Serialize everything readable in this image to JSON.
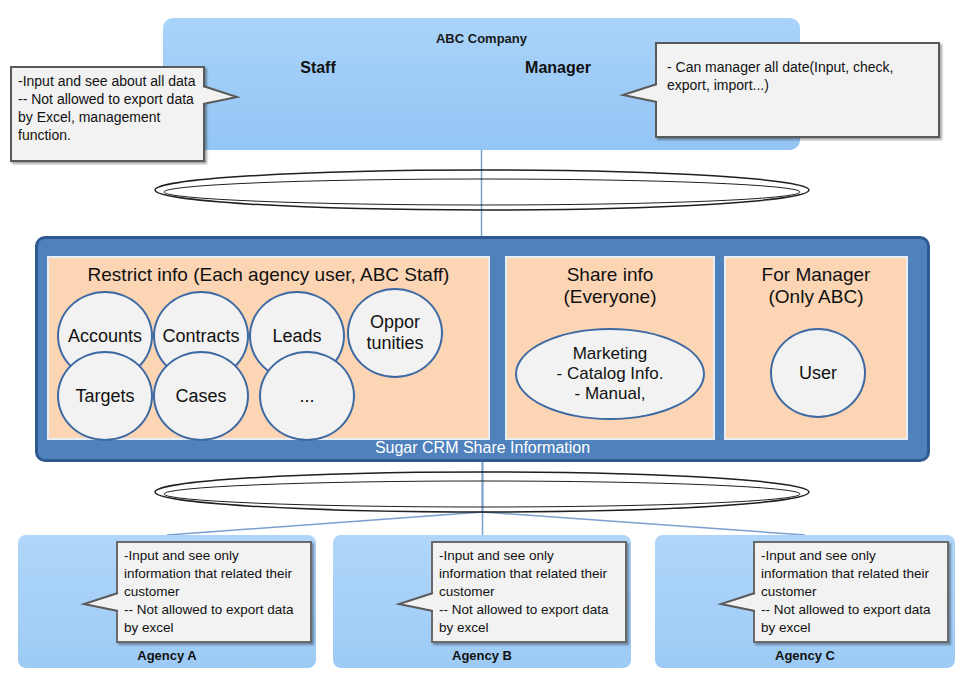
{
  "diagram": {
    "nodes": [
      {
        "text": [
          "ABC Company"
        ]
      },
      {
        "text": [
          "-Input and see about all data",
          "-- Not allowed to export data by Excel, management function."
        ]
      },
      {
        "text": [
          "- Can manager all date(Input, check, export, import...)"
        ]
      },
      {
        "text": [
          "Sugar CRM Share Information"
        ]
      },
      {
        "text": [
          "Restrict info (Each agency user, ABC Staff)"
        ],
        "in": 3
      },
      {
        "text": [
          "Accounts"
        ],
        "in": 4
      },
      {
        "text": [
          "Contracts"
        ],
        "in": 4
      },
      {
        "text": [
          "Leads"
        ],
        "in": 4
      },
      {
        "text": [
          "Oppor tunities"
        ],
        "in": 4
      },
      {
        "text": [
          "Targets"
        ],
        "in": 4
      },
      {
        "text": [
          "Cases"
        ],
        "in": 4
      },
      {
        "text": [
          "..."
        ],
        "in": 4
      },
      {
        "text": [
          "Share info (Everyone)"
        ],
        "in": 3
      },
      {
        "text": [
          "Marketing",
          "- Catalog Info.",
          "- Manual,"
        ],
        "in": 12
      },
      {
        "text": [
          "For Manager (Only ABC)"
        ],
        "in": 3
      },
      {
        "text": [
          "User"
        ],
        "in": 14
      },
      {
        "text": [
          "Agency A"
        ]
      },
      {
        "text": [
          "-Input and see only information that related their customer",
          "-- Not allowed to export data by excel"
        ],
        "in": 16
      },
      {
        "text": [
          "Agency B"
        ]
      },
      {
        "text": [
          "-Input and see only information that related their customer",
          "-- Not allowed to export data by excel"
        ],
        "in": 18
      },
      {
        "text": [
          "Agency C"
        ]
      },
      {
        "text": [
          "-Input and see only information that related their customer",
          "-- Not allowed to export data by excel"
        ],
        "in": 20
      }
    ],
    "edges": [
      {
        "from": 0,
        "to": 3,
        "arrow": "none"
      },
      {
        "from": 3,
        "to": 16,
        "arrow": "none"
      },
      {
        "from": 3,
        "to": 18,
        "arrow": "none"
      },
      {
        "from": 3,
        "to": 20,
        "arrow": "none"
      }
    ],
    "labels": [
      "Staff",
      "Manager"
    ]
  }
}
